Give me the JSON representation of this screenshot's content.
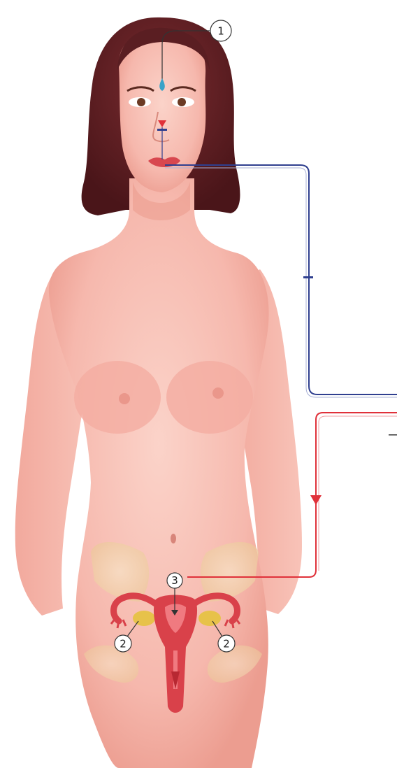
{
  "labels": {
    "marker_1": "1",
    "marker_2_left": "2",
    "marker_2_right": "2",
    "marker_3": "3"
  },
  "colors": {
    "background": "#ffffff",
    "skin": "#f6b8ad",
    "skin_shadow": "#e99486",
    "hair": "#5a1e22",
    "blue_pathway": "#2f3f8f",
    "red_pathway": "#e0313a",
    "pelvis_bone": "#f3d9b0",
    "uterus": "#d9414a",
    "ovary": "#e7c24a",
    "gland_drop": "#3aa3c8",
    "callout_line": "#333333"
  },
  "icons": {
    "pituitary": "teardrop-icon",
    "hypothalamus": "arrowhead-icon",
    "pathway_marker": "tick-icon"
  }
}
